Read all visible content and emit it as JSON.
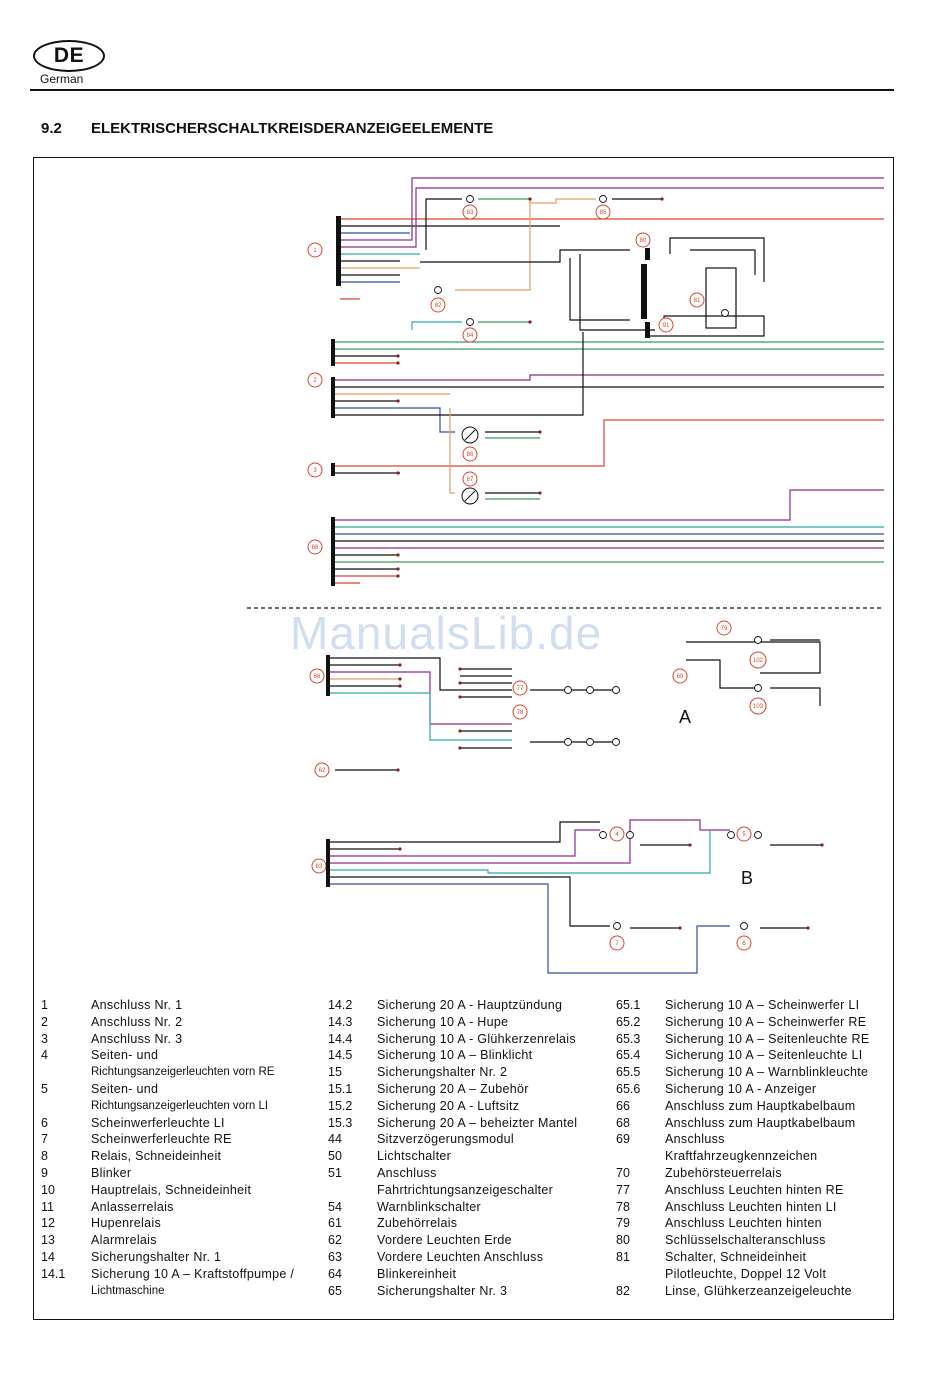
{
  "header": {
    "lang_code": "DE",
    "lang_name": "German"
  },
  "section": {
    "number": "9.2",
    "title": "ELEKTRISCHERSCHALTKREISDERANZEIGEELEMENTE"
  },
  "watermark": "ManualsLib.de",
  "diagram": {
    "label_a": "A",
    "label_b": "B"
  },
  "legend": {
    "col1": [
      {
        "n": "1",
        "t": "Anschluss Nr. 1"
      },
      {
        "n": "2",
        "t": "Anschluss Nr. 2"
      },
      {
        "n": "3",
        "t": "Anschluss Nr. 3"
      },
      {
        "n": "4",
        "t": "Seiten- und"
      },
      {
        "n": "",
        "t": "Richtungsanzeigerleuchten vorn RE"
      },
      {
        "n": "5",
        "t": "Seiten- und"
      },
      {
        "n": "",
        "t": "Richtungsanzeigerleuchten vorn LI"
      },
      {
        "n": "6",
        "t": "Scheinwerferleuchte LI"
      },
      {
        "n": "7",
        "t": "Scheinwerferleuchte RE"
      },
      {
        "n": "8",
        "t": "Relais, Schneideinheit"
      },
      {
        "n": "9",
        "t": "Blinker"
      },
      {
        "n": "10",
        "t": "Hauptrelais, Schneideinheit"
      },
      {
        "n": "11",
        "t": "Anlasserrelais"
      },
      {
        "n": "12",
        "t": "Hupenrelais"
      },
      {
        "n": "13",
        "t": "Alarmrelais"
      },
      {
        "n": "14",
        "t": "Sicherungshalter Nr. 1"
      },
      {
        "n": "14.1",
        "t": "Sicherung 10 A – Kraftstoffpumpe /"
      },
      {
        "n": "",
        "t": "Lichtmaschine"
      }
    ],
    "col2": [
      {
        "n": "14.2",
        "t": "Sicherung 20 A - Hauptzündung"
      },
      {
        "n": "14.3",
        "t": "Sicherung 10 A - Hupe"
      },
      {
        "n": "14.4",
        "t": "Sicherung 10 A - Glühkerzenrelais"
      },
      {
        "n": "14.5",
        "t": "Sicherung 10 A – Blinklicht"
      },
      {
        "n": "15",
        "t": "Sicherungshalter Nr. 2"
      },
      {
        "n": "15.1",
        "t": "Sicherung 20 A – Zubehör"
      },
      {
        "n": "15.2",
        "t": "Sicherung 20 A - Luftsitz"
      },
      {
        "n": "15.3",
        "t": "Sicherung 20 A – beheizter Mantel"
      },
      {
        "n": "44",
        "t": "Sitzverzögerungsmodul"
      },
      {
        "n": "50",
        "t": "Lichtschalter"
      },
      {
        "n": "51",
        "t": "Anschluss"
      },
      {
        "n": "",
        "t": "Fahrtrichtungsanzeigeschalter"
      },
      {
        "n": "54",
        "t": "Warnblinkschalter"
      },
      {
        "n": "61",
        "t": "Zubehörrelais"
      },
      {
        "n": "62",
        "t": "Vordere Leuchten Erde"
      },
      {
        "n": "63",
        "t": "Vordere Leuchten Anschluss"
      },
      {
        "n": "64",
        "t": "Blinkereinheit"
      },
      {
        "n": "65",
        "t": "Sicherungshalter Nr. 3"
      }
    ],
    "col3": [
      {
        "n": "65.1",
        "t": "Sicherung 10 A – Scheinwerfer LI"
      },
      {
        "n": "65.2",
        "t": "Sicherung 10 A – Scheinwerfer RE"
      },
      {
        "n": "65.3",
        "t": "Sicherung 10 A – Seitenleuchte RE"
      },
      {
        "n": "65.4",
        "t": "Sicherung 10 A – Seitenleuchte LI"
      },
      {
        "n": "65.5",
        "t": "Sicherung 10 A – Warnblinkleuchte"
      },
      {
        "n": "65.6",
        "t": "Sicherung 10 A - Anzeiger"
      },
      {
        "n": "66",
        "t": "Anschluss zum Hauptkabelbaum"
      },
      {
        "n": "68",
        "t": "Anschluss zum Hauptkabelbaum"
      },
      {
        "n": "69",
        "t": "Anschluss"
      },
      {
        "n": "",
        "t": "Kraftfahrzeugkennzeichen"
      },
      {
        "n": "70",
        "t": "Zubehörsteuerrelais"
      },
      {
        "n": "77",
        "t": "Anschluss Leuchten hinten RE"
      },
      {
        "n": "78",
        "t": "Anschluss Leuchten hinten LI"
      },
      {
        "n": "79",
        "t": "Anschluss Leuchten hinten"
      },
      {
        "n": "80",
        "t": "Schlüsselschalteranschluss"
      },
      {
        "n": "81",
        "t": "Schalter, Schneideinheit"
      },
      {
        "n": "",
        "t": "Pilotleuchte, Doppel 12 Volt"
      },
      {
        "n": "82",
        "t": "Linse, Glühkerzeanzeigeleuchte"
      }
    ]
  }
}
